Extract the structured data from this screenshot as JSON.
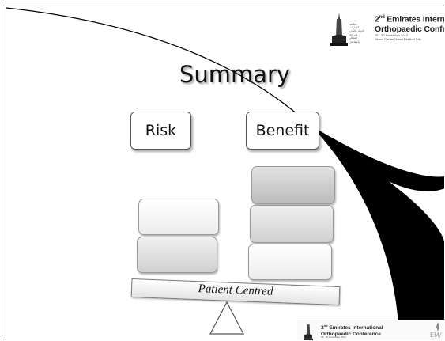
{
  "header": {
    "arabic_lines": [
      "مؤتمر الإمارات",
      "الدولي الثاني",
      "لجراحة العظام",
      "والمفاصل"
    ],
    "conference_prefix": "2",
    "conference_ordinal": "nd",
    "conference_line1_rest": " Emirates International",
    "conference_line2": "Orthopaedic Conference",
    "dates_line1": "28 - 30 November 2013",
    "dates_line2": "Grand Centre Dubai Festival City"
  },
  "slide": {
    "title": "Summary",
    "risk_label": "Risk",
    "benefit_label": "Benefit",
    "beam_label": "Patient Centred"
  },
  "footer": {
    "conference_prefix": "2",
    "conference_ordinal": "nd",
    "conference_line1_rest": " Emirates International",
    "conference_line2": "Orthopaedic Conference",
    "dates": "28 - 30 November 2013",
    "logo_text": "EM/"
  },
  "colors": {
    "background": "#ffffff",
    "swoosh": "#000000",
    "block_light": "#ffffff",
    "block_dark": "#c4c4c4"
  },
  "icons": [
    "tower-icon",
    "emblem-icon"
  ]
}
